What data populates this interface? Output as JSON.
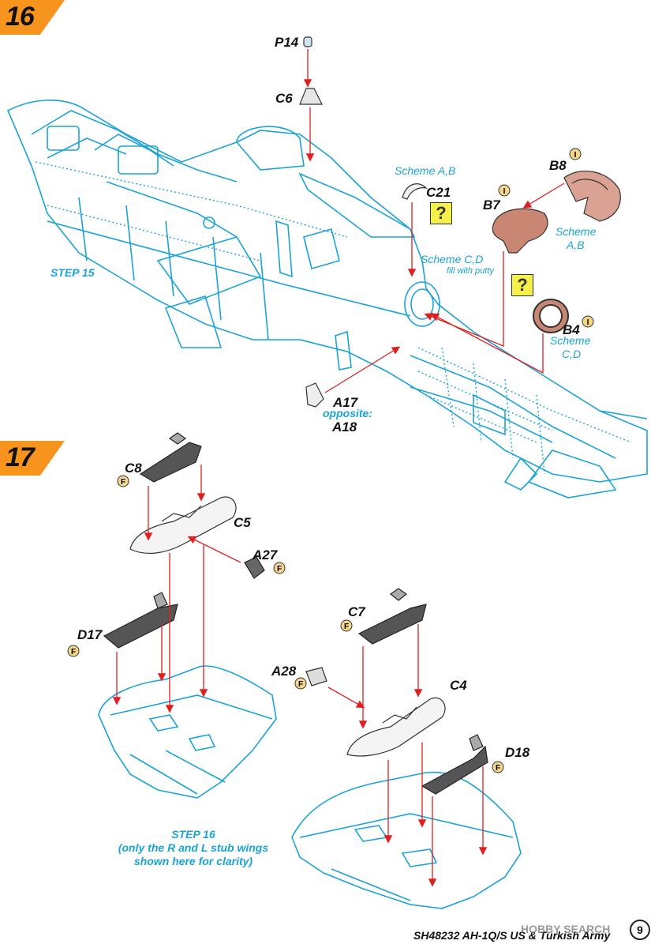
{
  "steps": {
    "step16_number": "16",
    "step17_number": "17"
  },
  "parts": {
    "p14": "P14",
    "c6": "C6",
    "c21": "C21",
    "b8": "B8",
    "b7": "B7",
    "b4": "B4",
    "a17": "A17",
    "opposite": "opposite:",
    "a18": "A18",
    "c8": "C8",
    "c5": "C5",
    "a27": "A27",
    "d17": "D17",
    "c7": "C7",
    "a28": "A28",
    "c4": "C4",
    "d18": "D18"
  },
  "notes": {
    "scheme_ab_1": "Scheme A,B",
    "scheme_ab_2_line1": "Scheme",
    "scheme_ab_2_line2": "A,B",
    "scheme_cd_1": "Scheme C,D",
    "fill_putty": "fill with putty",
    "scheme_cd_2_line1": "Scheme",
    "scheme_cd_2_line2": "C,D",
    "step15": "STEP 15",
    "step16_line1": "STEP 16",
    "step16_line2": "(only the R and L stub wings",
    "step16_line3": "shown here for clarity)",
    "question": "?"
  },
  "paint_codes": {
    "i": "I",
    "f": "F"
  },
  "footer": {
    "title": "SH48232 AH-1Q/S US & Turkish Army",
    "watermark": "HOBBY SEARCH",
    "page": "9"
  },
  "colors": {
    "accent_orange": "#f7941d",
    "line_blue": "#1aa3d6",
    "arrow_red": "#e02020",
    "question_yellow": "#f5f14a"
  }
}
